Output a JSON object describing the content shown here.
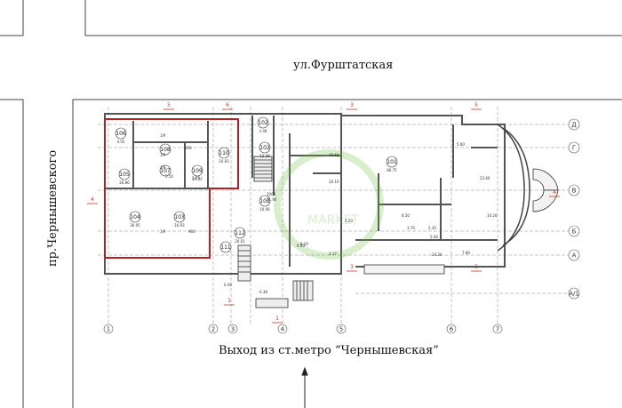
{
  "streets": {
    "north": "ул.Фурштатская",
    "west": "пр.Чернышевского"
  },
  "exit_label": "Выход из ст.метро “Чернышевская”",
  "watermark": "MARKET",
  "rooms": [
    {
      "no": "106",
      "area": "4.05"
    },
    {
      "no": "108",
      "area": ""
    },
    {
      "no": "107",
      "area": ""
    },
    {
      "no": "105",
      "area": "26.86"
    },
    {
      "no": "109",
      "area": "19.22"
    },
    {
      "no": "110",
      "area": "10.93"
    },
    {
      "no": "104",
      "area": "30.05"
    },
    {
      "no": "103",
      "area": "16.93"
    },
    {
      "no": "102",
      "area": "2.48"
    },
    {
      "no": "102",
      "area": "12.38"
    },
    {
      "no": "102",
      "area": "10.06"
    },
    {
      "no": "112",
      "area": "26.01"
    },
    {
      "no": "111",
      "area": ""
    },
    {
      "no": "101",
      "area": "80.75"
    }
  ],
  "axes_bottom": [
    "1",
    "2",
    "3",
    "4",
    "5",
    "6",
    "7"
  ],
  "axes_right": [
    "Д",
    "Г",
    "В",
    "Б",
    "А",
    "А/1"
  ],
  "section_marks": [
    "6",
    "5",
    "3",
    "5",
    "4",
    "4",
    "1",
    "3",
    "5",
    "1"
  ],
  "dims": [
    "5.80",
    "23.60",
    "10.20",
    "8.50",
    "3.70",
    "2.30",
    "5.00",
    "7.80",
    "24.20",
    "8.20",
    "6.38",
    "1000",
    "21.90",
    "10.60",
    "10.10",
    "2.70",
    "5.50",
    "1/9",
    "1/9",
    "1/9",
    "1/9",
    "900",
    "2.17",
    "3.20",
    "9.20",
    "6.00",
    "900"
  ]
}
